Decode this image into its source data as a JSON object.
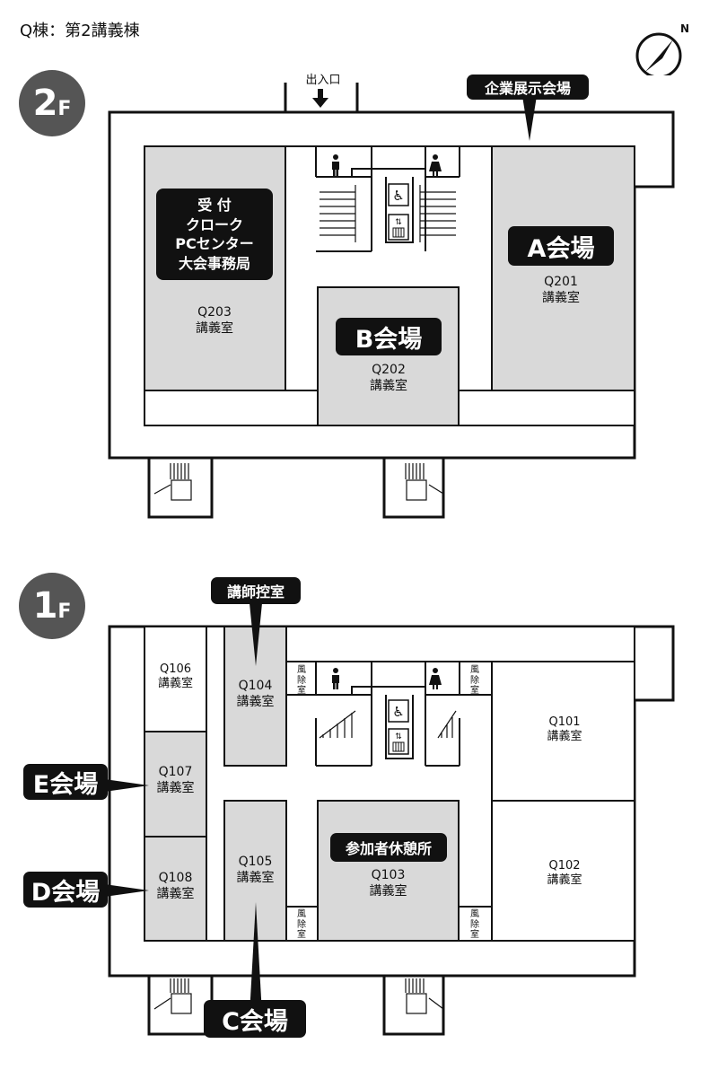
{
  "title": "Q棟：第2講義棟",
  "floor2": {
    "floor_num": "2",
    "floor_suffix": "F",
    "entrance": "出入口",
    "exhibition": "企業展示会場",
    "reception": "受 付\nクローク\nPCセンター\n大会事務局",
    "rooms": {
      "q203": "Q203\n講義室",
      "q202": "Q202\n講義室",
      "q201": "Q201\n講義室"
    },
    "venue_a": "A会場",
    "venue_b": "B会場"
  },
  "floor1": {
    "floor_num": "1",
    "floor_suffix": "F",
    "instructor_room": "講師控室",
    "rooms": {
      "q106": "Q106\n講義室",
      "q104": "Q104\n講義室",
      "q107": "Q107\n講義室",
      "q105": "Q105\n講義室",
      "q108": "Q108\n講義室",
      "q103": "Q103\n講義室",
      "q101": "Q101\n講義室",
      "q102": "Q102\n講義室"
    },
    "rest_area": "参加者休憩所",
    "venue_c": "C会場",
    "venue_d": "D会場",
    "venue_e": "E会場",
    "wind_room": "風\n除\n室"
  },
  "compass": {
    "north": "N"
  },
  "icons": [
    "men-restroom-icon",
    "women-restroom-icon",
    "wheelchair-icon",
    "elevator-icon",
    "stairs-icon",
    "arrow-down-icon",
    "compass-icon"
  ]
}
